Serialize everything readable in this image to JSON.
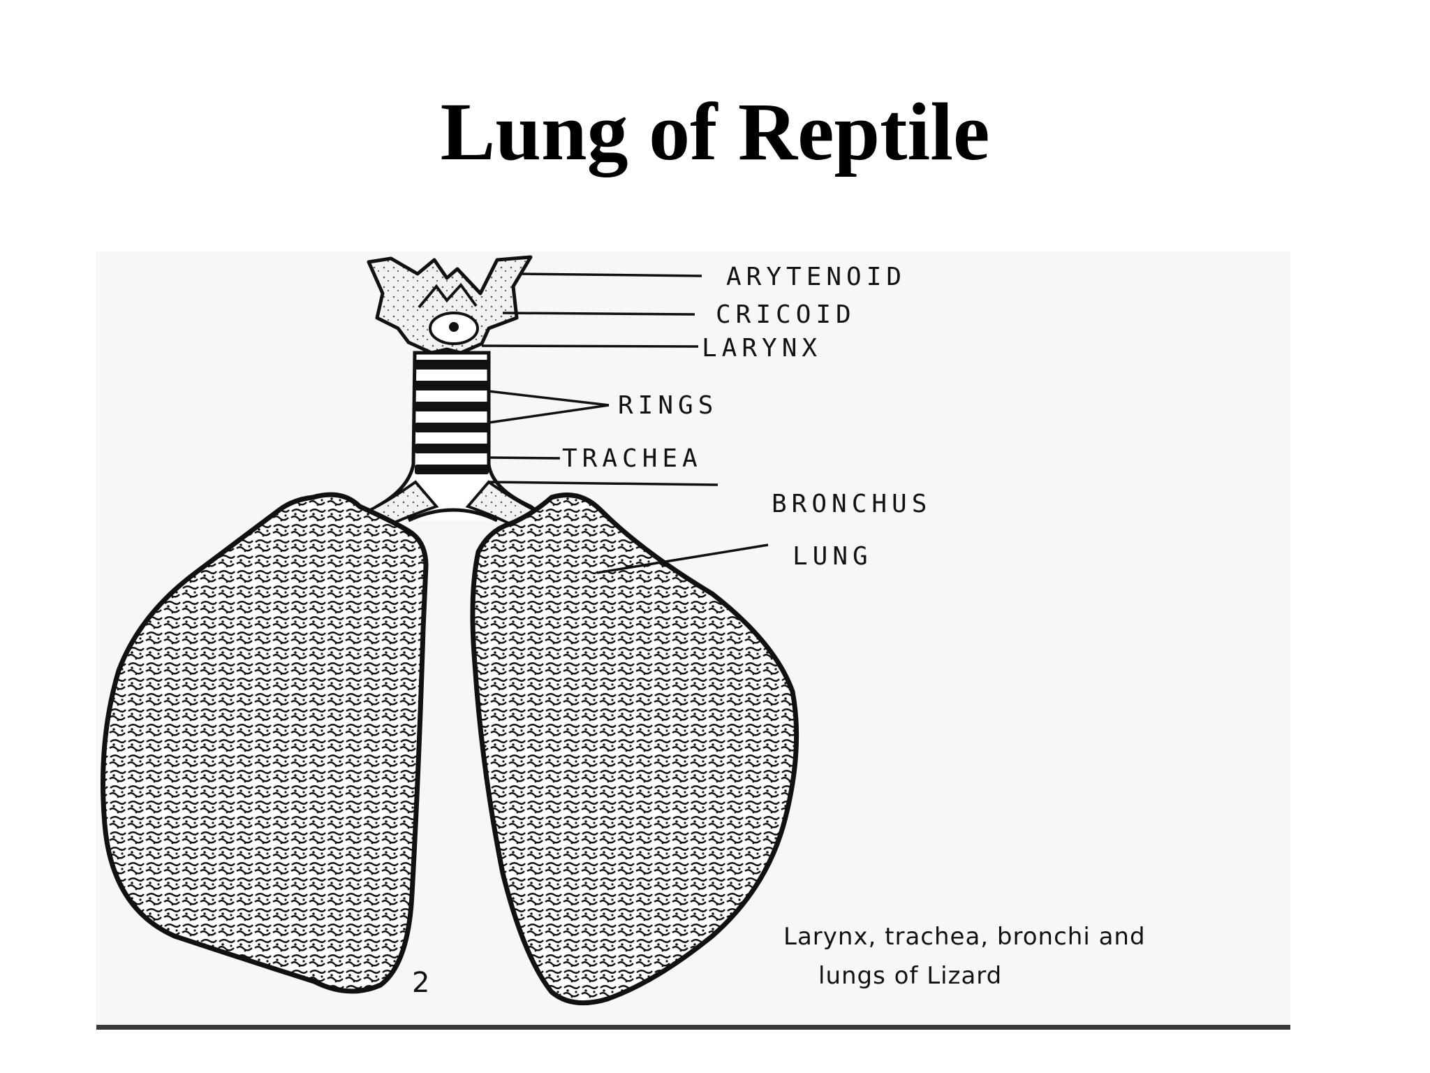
{
  "title": "Lung of Reptile",
  "diagram": {
    "labels": {
      "arytenoid": "ARYTENOID",
      "cricoid": "CRICOID",
      "larynx": "LARYNX",
      "rings": "RINGS",
      "trachea": "TRACHEA",
      "bronchus": "BRONCHUS",
      "lung": "LUNG"
    },
    "figure_number": "2",
    "caption": {
      "line1": "Larynx, trachea, bronchi and",
      "line2": "lungs of Lizard"
    }
  }
}
